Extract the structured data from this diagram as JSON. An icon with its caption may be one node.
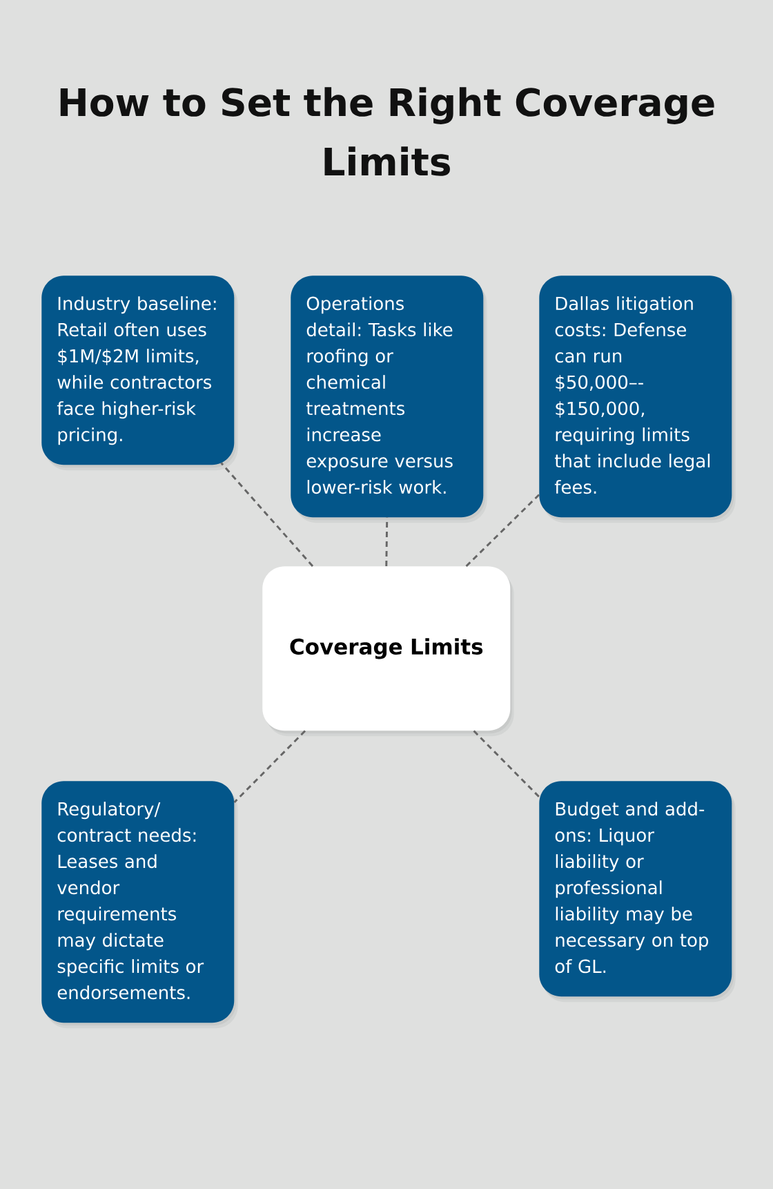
{
  "diagram": {
    "title": "How to Set the Right Coverage Limits",
    "nodes": [
      {
        "text": [
          "Industry baseline: Retail often uses $1M/$2M limits, while contractors face higher-risk pricing."
        ]
      },
      {
        "text": [
          "Operations detail: Tasks like roofing or chemical treatments increase exposure versus lower-risk work."
        ]
      },
      {
        "text": [
          "Dallas litigation costs: Defense can run $50,000–-$150,000, requiring limits that include legal fees."
        ]
      },
      {
        "text": [
          "Coverage Limits"
        ]
      },
      {
        "text": [
          "Regulatory/contract needs: Leases and vendor requirements may dictate specific limits or endorsements."
        ]
      },
      {
        "text": [
          "Budget and add-ons: Liquor liability or professional liability may be necessary on top of GL."
        ]
      }
    ],
    "edges": [
      {
        "from": 3,
        "to": 0,
        "arrow": "none",
        "style": "dashed"
      },
      {
        "from": 3,
        "to": 1,
        "arrow": "none",
        "style": "dashed"
      },
      {
        "from": 3,
        "to": 2,
        "arrow": "none",
        "style": "dashed"
      },
      {
        "from": 3,
        "to": 4,
        "arrow": "none",
        "style": "dashed"
      },
      {
        "from": 3,
        "to": 5,
        "arrow": "none",
        "style": "dashed"
      }
    ]
  }
}
